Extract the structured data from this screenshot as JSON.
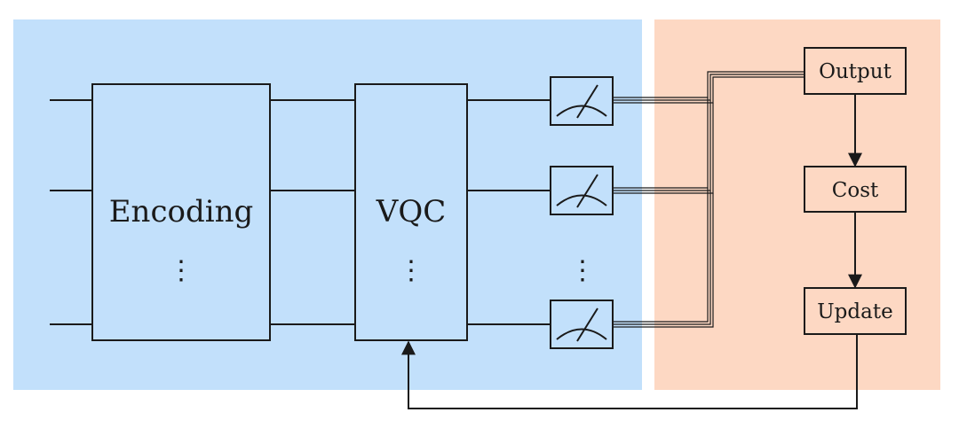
{
  "labels": {
    "encoding": "Encoding",
    "vqc": "VQC",
    "output": "Output",
    "cost": "Cost",
    "update": "Update",
    "ellipsis": "⋮"
  },
  "colors": {
    "quantum_bg": "#c2e0fb",
    "classical_bg": "#fdd8c3",
    "stroke": "#1a1a1a"
  },
  "icons": {
    "measurement": "meter-icon",
    "arrow": "arrow-head"
  }
}
